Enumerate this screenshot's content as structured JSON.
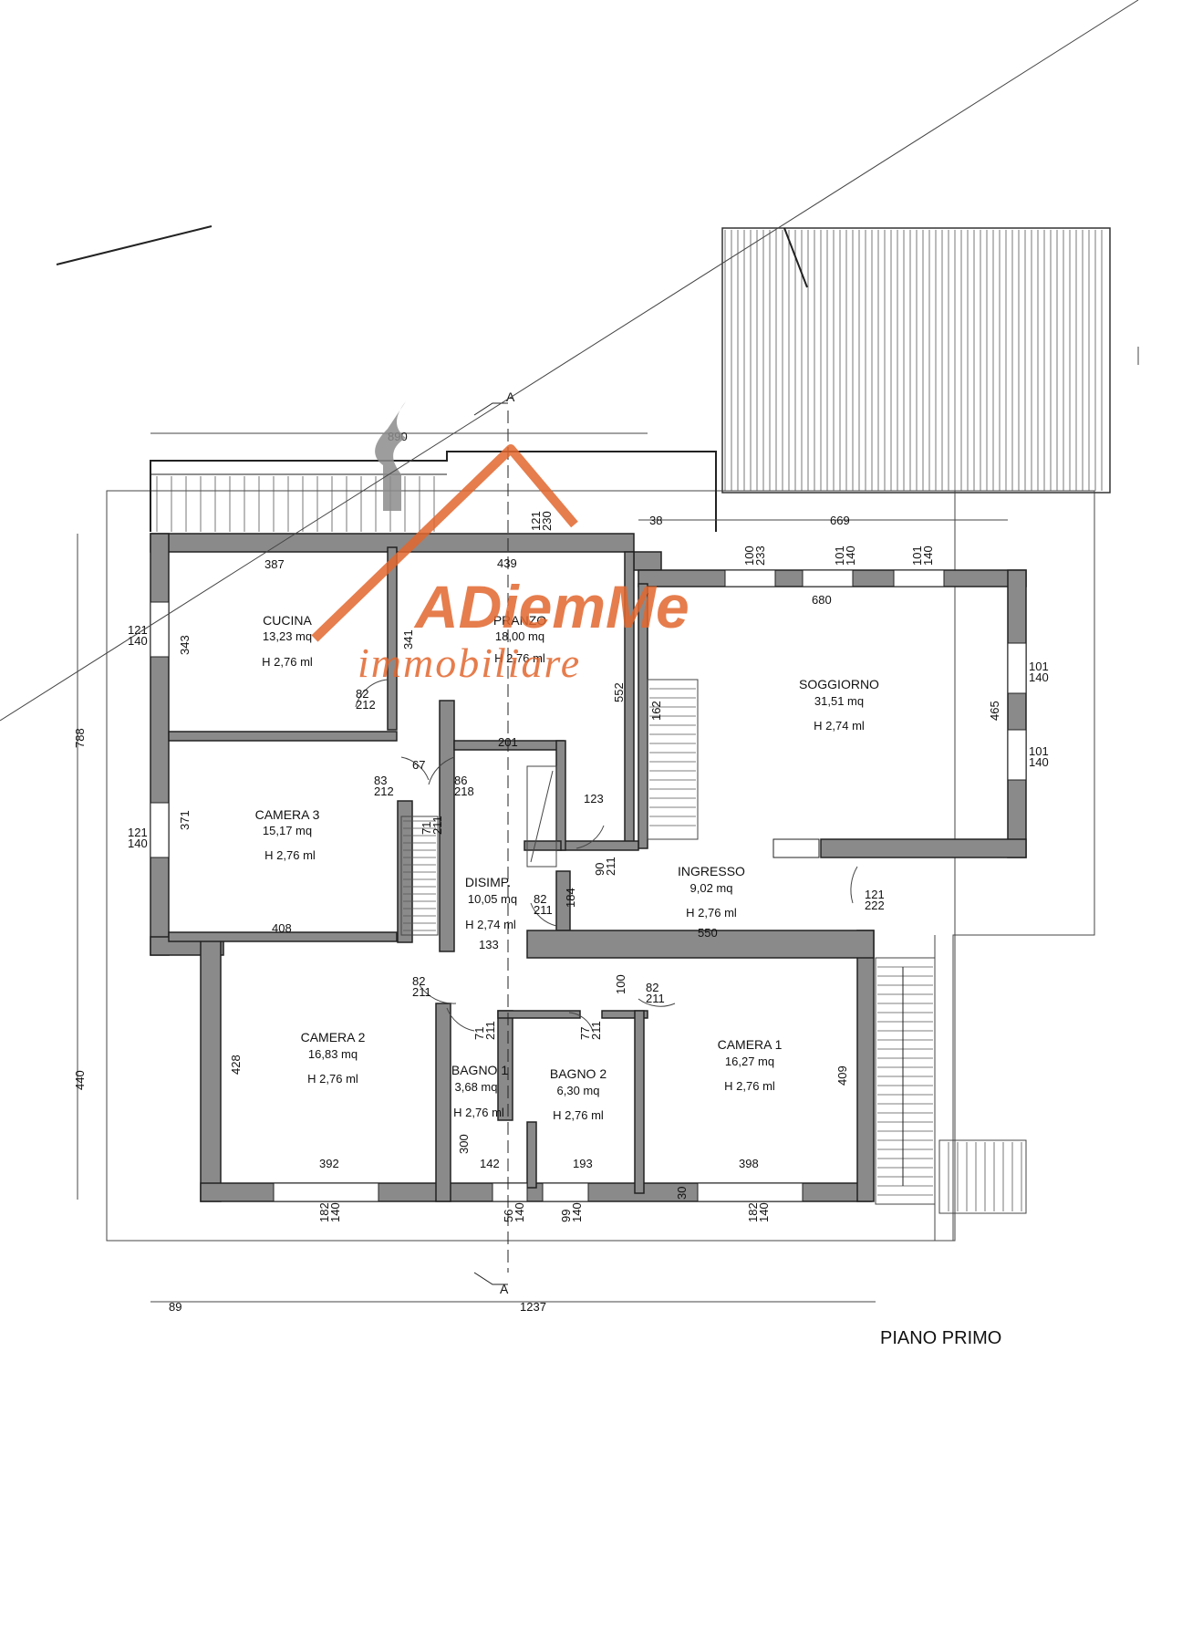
{
  "title": "PIANO PRIMO",
  "section_marker": "A",
  "watermark": {
    "brand": "ADiemMe",
    "subtitle": "immobiliare",
    "color": "#e2672e",
    "gray": "#8c8c8c"
  },
  "rooms": {
    "cucina": {
      "name": "CUCINA",
      "area": "13,23 mq",
      "height": "H 2,76 ml"
    },
    "pranzo": {
      "name": "PRANZO",
      "area": "18,00 mq",
      "height": "H 2,76 ml"
    },
    "soggiorno": {
      "name": "SOGGIORNO",
      "area": "31,51 mq",
      "height": "H 2,74 ml"
    },
    "camera3": {
      "name": "CAMERA 3",
      "area": "15,17 mq",
      "height": "H 2,76 ml"
    },
    "disimp": {
      "name": "DISIMP.",
      "area": "10,05 mq",
      "height": "H 2,74 ml"
    },
    "ingresso": {
      "name": "INGRESSO",
      "area": "9,02 mq",
      "height": "H 2,76 ml"
    },
    "camera2": {
      "name": "CAMERA 2",
      "area": "16,83 mq",
      "height": "H 2,76 ml"
    },
    "bagno1": {
      "name": "BAGNO 1",
      "area": "3,68 mq",
      "height": "H 2,76 ml"
    },
    "bagno2": {
      "name": "BAGNO 2",
      "area": "6,30 mq",
      "height": "H 2,76 ml"
    },
    "camera1": {
      "name": "CAMERA 1",
      "area": "16,27 mq",
      "height": "H 2,76 ml"
    }
  },
  "dimensions": {
    "overall_top": "890",
    "overall_bottom_left": "89",
    "overall_bottom": "1237",
    "overall_left": "788",
    "overall_left_lower": "440",
    "top_38": "38",
    "top_669": "669",
    "cucina_w": "387",
    "cucina_h": "343",
    "pranzo_w": "439",
    "pranzo_h_left": "341",
    "pranzo_h_right": "552",
    "soggiorno_w": "680",
    "soggiorno_h": "465",
    "camera3_h": "371",
    "camera3_w": "408",
    "corridor_201": "201",
    "corridor_67": "67",
    "corridor_123": "123",
    "ingresso_w": "550",
    "disimp_133": "133",
    "disimp_184": "184",
    "camera2_h": "428",
    "camera2_w": "392",
    "bagno1_h": "300",
    "bagno1_w": "142",
    "bagno2_w": "193",
    "bagno2_100": "100",
    "camera1_w": "398",
    "camera1_h": "409",
    "stair_162": "162",
    "win_121_140_a": "121/140",
    "win_121_140_b": "121/140",
    "win_101_140_a": "101/140",
    "win_101_140_b": "101/140",
    "win_101_140_c": "101/140",
    "win_101_140_d": "101/140",
    "win_100_233": "100/233",
    "win_121_230": "121/230",
    "door_82_212": "82/212",
    "door_83_212": "83/212",
    "door_86_218": "86/218",
    "door_71_211": "71/211",
    "door_90_211": "90/211",
    "door_82_211_a": "82/211",
    "door_121_222": "121/222",
    "door_82_211_b": "82/211",
    "door_82_211_c": "82/211",
    "door_71_211_b": "71/211",
    "door_77_211": "77/211",
    "win_182_140_a": "182/140",
    "win_56_140": "56/140",
    "win_99_140": "99/140",
    "win_182_140_b": "182/140",
    "bottom_30": "30"
  }
}
